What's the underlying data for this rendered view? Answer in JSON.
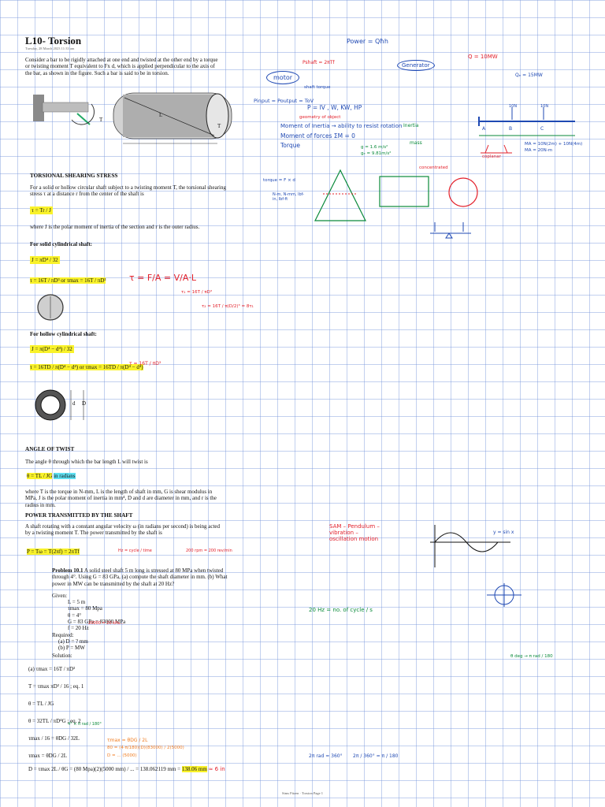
{
  "page": {
    "title": "L10- Torsion",
    "timestamp": "Tuesday, 28 March 2023    11:33 am",
    "footer": "Sims Fitzen · Torsion Page 1"
  },
  "intro": {
    "text": "Consider a bar to be rigidly attached at one end and twisted at the other end by a torque or twisting moment T equivalent to Fx d, which is applied perpendicular to the axis of the bar, as shown in the figure. Such a bar is said to be in torsion.",
    "fig_T": "T",
    "fig_L": "L"
  },
  "sections": {
    "shear": {
      "heading": "TORSIONAL SHEARING STRESS",
      "text": "For a solid or hollow circular shaft subject to a twisting moment T, the torsional shearing stress τ at a distance r from the center of the shaft is",
      "formula": "τ = Tr / J",
      "where": "where J is the polar moment of inertia of the section and r is the outer radius."
    },
    "solid": {
      "heading": "For solid cylindrical shaft:",
      "J": "J = πD⁴ / 32",
      "tau": "τ = 16T / πD³  or  τmax = 16T / πD³"
    },
    "hollow": {
      "heading": "For hollow cylindrical shaft:",
      "J": "J = π(D⁴ − d⁴) / 32",
      "tau": "τ = 16TD / π(D⁴ − d⁴)  or  τmax = 16TD / π(D⁴ − d⁴)",
      "fig_d": "d",
      "fig_D": "D"
    },
    "twist": {
      "heading": "ANGLE OF TWIST",
      "text": "The angle θ through which the bar length L will twist is",
      "formula": "θ = TL / JG",
      "unit": "in radians",
      "where": "where T is the torque in N-mm, L is the length of shaft in mm, G is shear modulus in MPa, J is the polar moment of inertia in mm⁴, D and d are diameter in mm, and r is the radius in mm."
    },
    "power": {
      "heading": "POWER TRANSMITTED BY THE SHAFT",
      "text": "A shaft rotating with a constant angular velocity ω (in radians per second) is being acted by a twisting moment T. The power transmitted by the shaft is",
      "formula": "P = Tω = T(2πf) = 2πTf"
    }
  },
  "problem": {
    "title": "Problem 10.1",
    "text": "A solid steel shaft 5 m long is stressed at 80 MPa when twisted through 4°. Using G = 83 GPa, (a) compute the shaft diameter in mm. (b) What power in MW can be transmitted by the shaft at 20 Hz?",
    "given_label": "Given:",
    "given": [
      "L = 5 m",
      "τmax = 80 Mpa",
      "θ = 4°",
      "G = 83 GPa = 83000 MPa",
      "f = 20 Hz"
    ],
    "required_label": "Required:",
    "required": [
      "(a) D = ? mm",
      "(b) P = MW"
    ],
    "solution_label": "Solution:",
    "steps": [
      "(a) τmax = 16T / πD³",
      "T = τmax πD³ / 16 ; eq. 1",
      "θ = TL / JG",
      "θ = 32TL / πD⁴G ; eq. 2",
      "τmax / 16 = θDG / 32L",
      "τmax = θDG / 2L"
    ],
    "result_lhs": "D = τmax 2L / θG = (80 Mpa)(2)(5000 mm) / ... = 138.062119 mm = ",
    "result_hl": "138.06 mm",
    "result_tail": "≈ 6 in"
  },
  "notes": {
    "power_top": "Power = Qħh",
    "generator": "Generator",
    "motor": "motor",
    "q_label": "Q = 10MW",
    "eff": "Qₑ = 15MW",
    "pshaft": "Pshaft = 2πTf",
    "shaft_torque": "shaft torque",
    "pinput": "Pinput = Poutput = ToV",
    "p_iv": "P = IV ,  W, KW, HP",
    "geom": "geometry of object",
    "moi": "Moment of Inertia → ability to resist rotation",
    "mof": "Moment of forces  ΣM = 0",
    "torque": "Torque",
    "inertia": "Inertia",
    "mass": "mass",
    "gravity": "g = 1.6 m/s²",
    "gravity2": "gₑ = 9.81m/s²",
    "concentrated": "concentrated",
    "loads": "10N",
    "ma": "MA = 10N(2m) + 10N(4m)",
    "ma2": "MA = 20N-m",
    "coplanar": "coplanar",
    "beam_a": "A",
    "beam_b": "B",
    "beam_c": "C",
    "units": "N-m, N-mm, lbf-in, lbf-ft",
    "torque_side": "torque = F × d",
    "sam": "SAM – Pendulum – vibration – oscillation motion",
    "ysinx": "y = sin x",
    "hz": "20 Hz = no. of cycle / s",
    "tau_red": "τ = F/A = V/A·L",
    "t1": "τ₁ = 16T / πD³",
    "t2": "τ₂ = 16T / π(D/2)³ = 8τ₁",
    "hollow_red": "τ = 16T / πD³",
    "rad": "2π rad = 360°",
    "frac": "2π / 360° = π / 180",
    "angles": "θ deg → π rad / 180",
    "deg_note": "4° × π rad / 180°",
    "tmax_orange": "τmax = θDG / 2L",
    "tmax_orange2": "80 = (4·π/180)(D)(83000) / 2(5000)",
    "tmax_orange3": "D = ... (5000)",
    "rpm": "200 rpm = 200 rev/min",
    "hz_red": "Hz = cycle / time",
    "mpa": "20000 = 20 kPa..."
  },
  "colors": {
    "highlight": "#f9f22a",
    "cyan": "#5fe0f2",
    "red": "#e3202a",
    "green": "#0a8a3a",
    "blue": "#1f49b3",
    "orange": "#f07b1f"
  }
}
